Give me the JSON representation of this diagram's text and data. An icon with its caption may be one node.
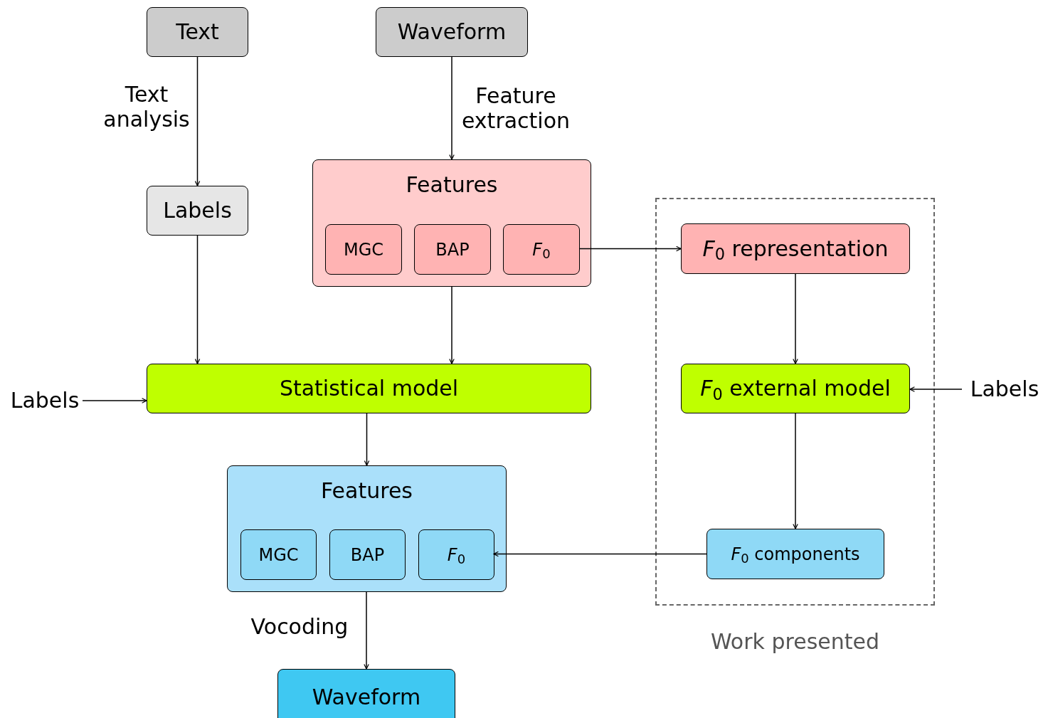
{
  "diagram": {
    "nodes": [
      {
        "text": [
          "Text"
        ]
      },
      {
        "text": [
          "Waveform"
        ]
      },
      {
        "text": [
          "Labels"
        ]
      },
      {
        "text": [
          "Features"
        ]
      },
      {
        "text": [
          "MGC"
        ],
        "in": 3
      },
      {
        "text": [
          "BAP"
        ],
        "in": 3
      },
      {
        "text": [
          "*F*$_{0}$"
        ],
        "in": 3
      },
      {
        "text": [
          "Work presented"
        ]
      },
      {
        "text": [
          "*F*$_{0}$ representation"
        ],
        "in": 7
      },
      {
        "text": [
          "Statistical model"
        ]
      },
      {
        "text": [
          "Labels"
        ]
      },
      {
        "text": [
          "*F*$_{0}$ external model"
        ],
        "in": 7
      },
      {
        "text": [
          "Labels"
        ]
      },
      {
        "text": [
          "Features"
        ]
      },
      {
        "text": [
          "MGC"
        ],
        "in": 13
      },
      {
        "text": [
          "BAP"
        ],
        "in": 13
      },
      {
        "text": [
          "*F*$_{0}$"
        ],
        "in": 13
      },
      {
        "text": [
          "*F*$_{0}$ components"
        ],
        "in": 7
      },
      {
        "text": [
          "Waveform"
        ]
      }
    ],
    "edges": [
      {
        "from": 0,
        "to": 2,
        "arrow": "to",
        "label": "Text analysis"
      },
      {
        "from": 1,
        "to": 3,
        "arrow": "to",
        "label": "Feature extraction"
      },
      {
        "from": 2,
        "to": 9,
        "arrow": "to"
      },
      {
        "from": 3,
        "to": 9,
        "arrow": "to"
      },
      {
        "from": 6,
        "to": 8,
        "arrow": "to"
      },
      {
        "from": 10,
        "to": 9,
        "arrow": "to"
      },
      {
        "from": 8,
        "to": 11,
        "arrow": "to"
      },
      {
        "from": 12,
        "to": 11,
        "arrow": "to"
      },
      {
        "from": 9,
        "to": 13,
        "arrow": "to"
      },
      {
        "from": 11,
        "to": 17,
        "arrow": "to"
      },
      {
        "from": 17,
        "to": 16,
        "arrow": "to"
      },
      {
        "from": 13,
        "to": 18,
        "arrow": "to",
        "label": "Vocoding"
      }
    ]
  }
}
